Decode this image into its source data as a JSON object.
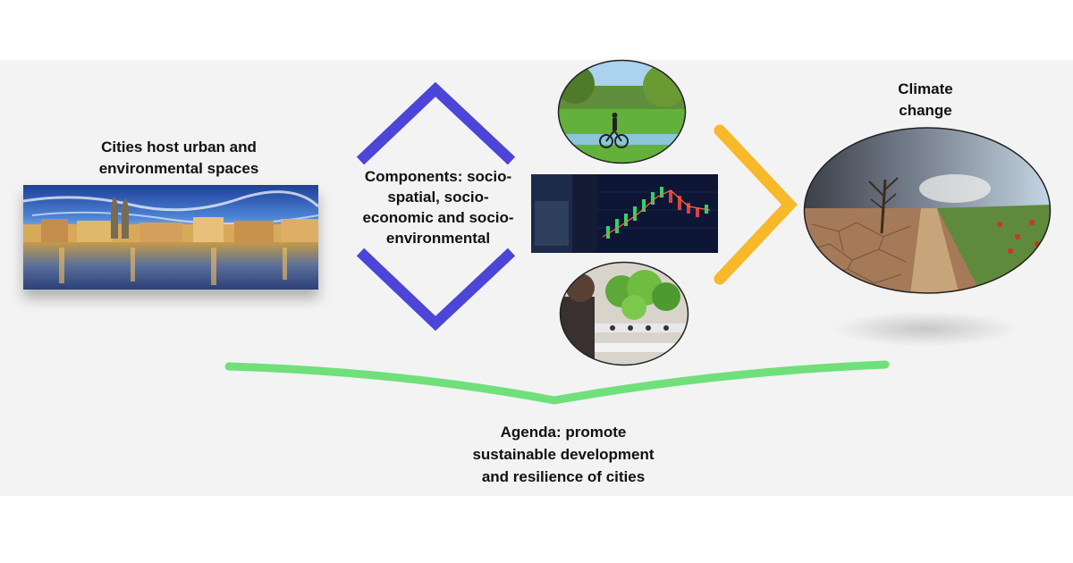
{
  "cities_label": {
    "line1": "Cities host urban and",
    "line2": "environmental spaces"
  },
  "components_label": {
    "line1": "Components: socio-",
    "line2": "spatial, socio-",
    "line3": "economic and socio-",
    "line4": "environmental"
  },
  "climate_label": {
    "line1": "Climate",
    "line2": "change"
  },
  "agenda_label": {
    "line1": "Agenda: promote",
    "line2": "sustainable development",
    "line3": "and resilience of cities"
  },
  "colors": {
    "panel": "#f3f3f3",
    "diamond": "#4b45d8",
    "chevron": "#f7b829",
    "agenda_curve": "#6fe07a"
  },
  "images": [
    "city-waterfront-photo",
    "cyclist-park-photo",
    "stock-trading-chart-photo",
    "hydroponic-farm-photo",
    "drought-landscape-photo"
  ]
}
